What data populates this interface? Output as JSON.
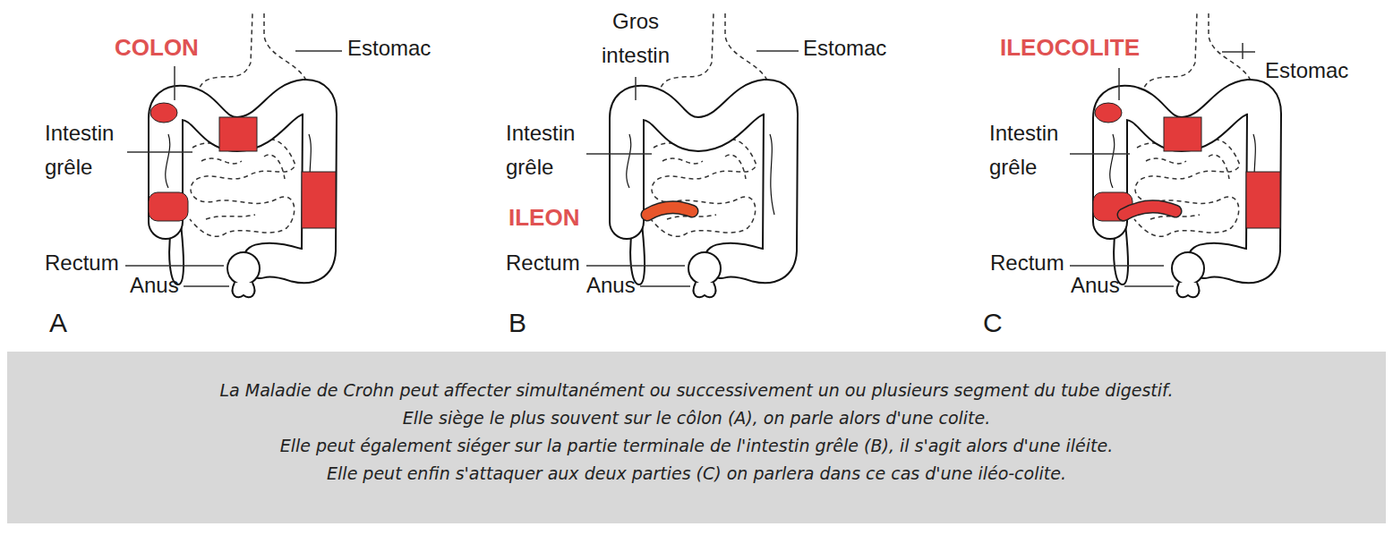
{
  "diagram": {
    "nodes": [
      {
        "text": [
          "La Maladie de Crohn peut affecter simultanément ou successivement un ou plusieurs segment du tube digestif.",
          "Elle siège le plus souvent sur le côlon (A), on parle alors d'une colite.",
          "Elle peut également siéger sur la partie terminale de l'intestin grêle (B), il s'agit alors d'une iléite.",
          "Elle peut enfin s'attaquer aux deux parties (C) on parlera dans ce cas d'une iléo-colite."
        ]
      }
    ],
    "labels": [
      "COLON",
      "Estomac",
      "Intestin grêle",
      "Rectum",
      "Anus",
      "A",
      "Gros intestin",
      "Estomac",
      "Intestin grêle",
      "ILEON",
      "Rectum",
      "Anus",
      "B",
      "ILEOCOLITE",
      "Estomac",
      "Intestin grêle",
      "Rectum",
      "Anus",
      "C"
    ]
  }
}
